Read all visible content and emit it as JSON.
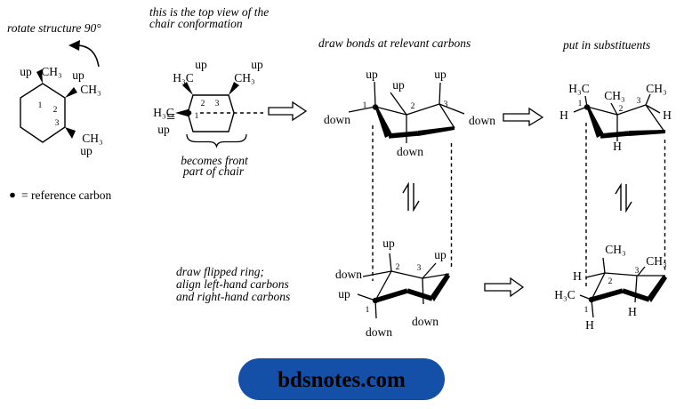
{
  "annotations": {
    "rotate": "rotate structure 90°",
    "top_view_line1": "this is the top view of the",
    "top_view_line2": "chair conformation",
    "draw_bonds": "draw bonds at relevant carbons",
    "put_substituents": "put in substituents",
    "flip_line1": "draw flipped ring;",
    "flip_line2": "align left-hand carbons",
    "flip_line3": "and right-hand carbons",
    "becomes_line1": "becomes front",
    "becomes_line2": "part of chair",
    "equivalence": "≡"
  },
  "legend": {
    "bullet": "•",
    "text": "=  reference carbon"
  },
  "labels": {
    "up": "up",
    "down": "down",
    "methyl": "CH₃",
    "methyl_rev": "H₃C",
    "hydrogen": "H",
    "c1": "1",
    "c2": "2",
    "c3": "3"
  },
  "footer": {
    "text": "bdsnotes.com",
    "background": "#1450a8",
    "color": "#ffffff"
  }
}
